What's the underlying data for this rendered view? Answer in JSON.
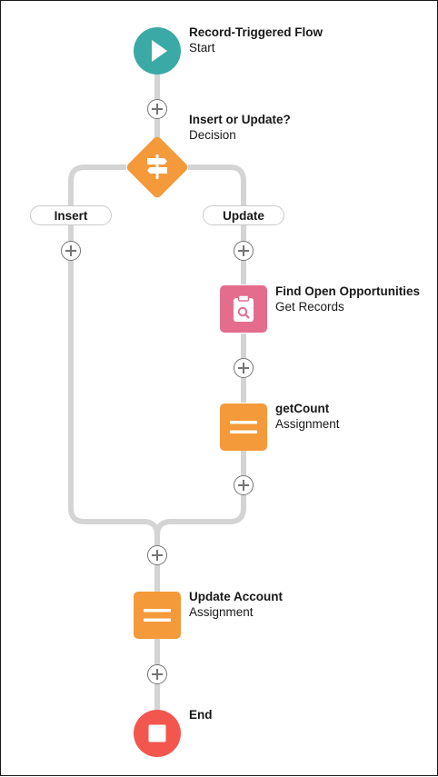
{
  "start": {
    "title": "Record-Triggered Flow",
    "type": "Start",
    "color": "#3BA9A6",
    "icon": "play-icon"
  },
  "decision": {
    "title": "Insert or Update?",
    "type": "Decision",
    "color": "#F49A3A",
    "icon": "signpost-icon",
    "outcomes": [
      {
        "label": "Insert"
      },
      {
        "label": "Update"
      }
    ]
  },
  "get_records": {
    "title": "Find Open Opportunities",
    "type": "Get Records",
    "color": "#E46D8E",
    "icon": "clipboard-search-icon"
  },
  "get_count": {
    "title": "getCount",
    "type": "Assignment",
    "color": "#F49A3A",
    "icon": "equals-icon"
  },
  "update_account": {
    "title": "Update Account",
    "type": "Assignment",
    "color": "#F49A3A",
    "icon": "equals-icon"
  },
  "end": {
    "title": "End",
    "color": "#F2564E",
    "icon": "stop-icon"
  },
  "connector_color": "#D4D4D4"
}
